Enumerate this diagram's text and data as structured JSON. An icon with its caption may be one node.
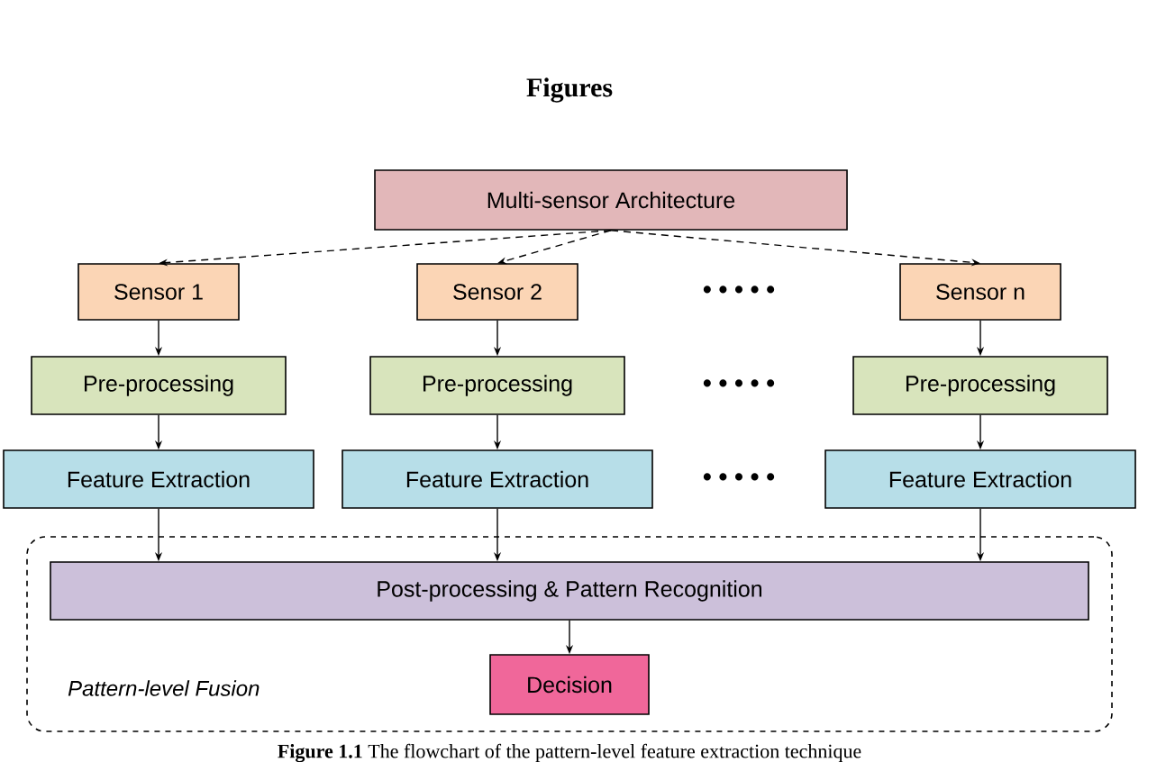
{
  "diagram": {
    "title": "Figures",
    "caption": "**Figure 1.1** The flowchart of the pattern-level feature extraction technique",
    "nodes": [
      {
        "text": [
          "Multi-sensor Architecture"
        ]
      },
      {
        "text": [
          "Sensor 1"
        ]
      },
      {
        "text": [
          "Sensor 2"
        ]
      },
      {
        "text": [
          "Sensor n"
        ]
      },
      {
        "text": [
          "Pre-processing"
        ]
      },
      {
        "text": [
          "Pre-processing"
        ]
      },
      {
        "text": [
          "Pre-processing"
        ]
      },
      {
        "text": [
          "Feature Extraction"
        ]
      },
      {
        "text": [
          "Feature Extraction"
        ]
      },
      {
        "text": [
          "Feature Extraction"
        ]
      },
      {
        "text": [
          "Pattern-level Fusion"
        ]
      },
      {
        "text": [
          "Post-processing & Pattern Recognition"
        ],
        "in": 10
      },
      {
        "text": [
          "Decision"
        ],
        "in": 10
      }
    ],
    "edges": [
      {
        "from": 0,
        "to": 1,
        "arrow": "to",
        "style": "dashed"
      },
      {
        "from": 0,
        "to": 2,
        "arrow": "to",
        "style": "dashed"
      },
      {
        "from": 0,
        "to": 3,
        "arrow": "to",
        "style": "dashed"
      },
      {
        "from": 1,
        "to": 4,
        "arrow": "to"
      },
      {
        "from": 2,
        "to": 5,
        "arrow": "to"
      },
      {
        "from": 3,
        "to": 6,
        "arrow": "to"
      },
      {
        "from": 4,
        "to": 7,
        "arrow": "to"
      },
      {
        "from": 5,
        "to": 8,
        "arrow": "to"
      },
      {
        "from": 6,
        "to": 9,
        "arrow": "to"
      },
      {
        "from": 7,
        "to": 11,
        "arrow": "to"
      },
      {
        "from": 8,
        "to": 11,
        "arrow": "to"
      },
      {
        "from": 9,
        "to": 11,
        "arrow": "to"
      },
      {
        "from": 11,
        "to": 12,
        "arrow": "to"
      }
    ],
    "labels": [
      "• • • • •",
      "• • • • •",
      "• • • • •"
    ]
  }
}
